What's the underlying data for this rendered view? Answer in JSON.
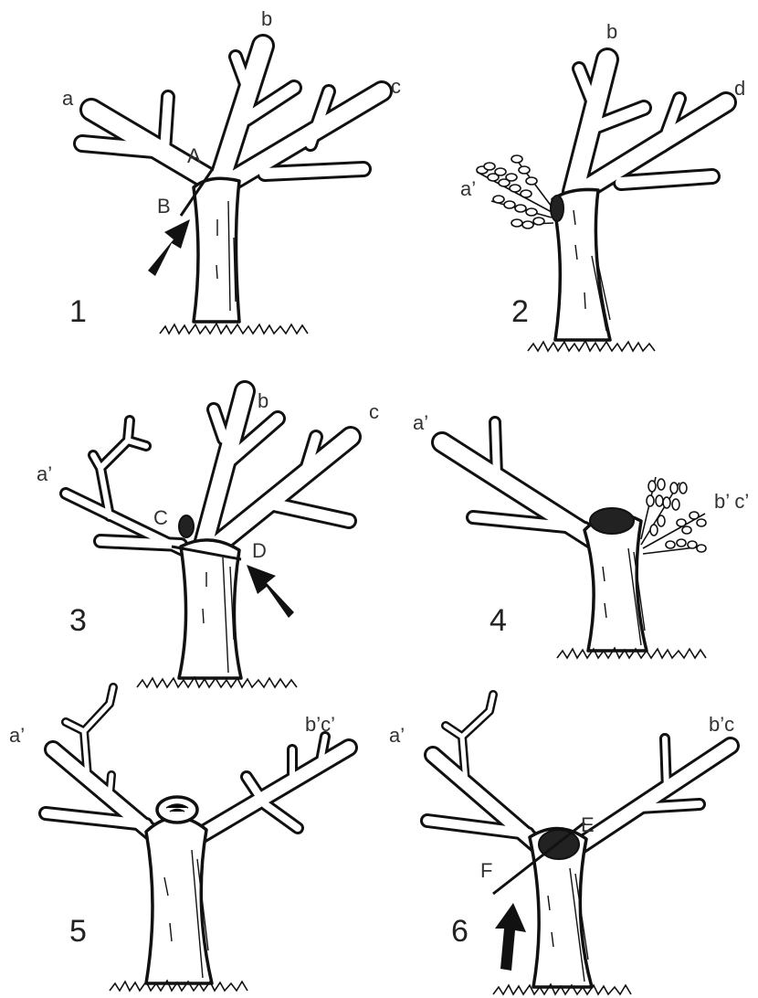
{
  "panels": [
    {
      "number": "1",
      "labels": {
        "a": "a",
        "b": "b",
        "c": "c",
        "A": "A",
        "B": "B"
      }
    },
    {
      "number": "2",
      "labels": {
        "b": "b",
        "d": "d",
        "a1": "a’"
      }
    },
    {
      "number": "3",
      "labels": {
        "a1": "a’",
        "b": "b",
        "c": "c",
        "C": "C",
        "D": "D"
      }
    },
    {
      "number": "4",
      "labels": {
        "a1": "a’",
        "bc": "b’ c’"
      }
    },
    {
      "number": "5",
      "labels": {
        "a1": "a’",
        "bc": "b’c’"
      }
    },
    {
      "number": "6",
      "labels": {
        "a1": "a’",
        "bc": "b’c",
        "E": "E",
        "F": "F"
      }
    }
  ]
}
